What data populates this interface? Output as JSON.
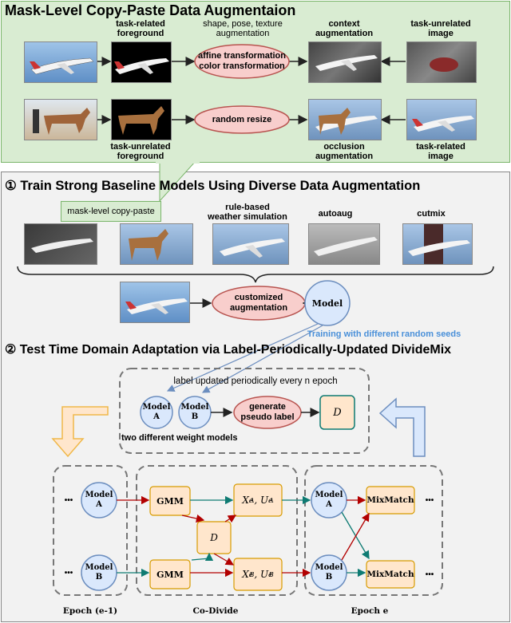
{
  "section1": {
    "title": "Mask-Level Copy-Paste Data Augmentaion",
    "row1": {
      "label_fg": "task-related\nforeground",
      "label_aug": "shape, pose, texture\naugmentation",
      "ellipse": "affine transformation\ncolor transformation",
      "label_result": "context\naugmentation",
      "label_bg": "task-unrelated\nimage"
    },
    "row2": {
      "label_fg": "task-unrelated\nforeground",
      "ellipse": "random resize",
      "label_result": "occlusion\naugmentation",
      "label_bg": "task-related\nimage"
    }
  },
  "section2": {
    "title": "① Train Strong Baseline Models Using Diverse Data Augmentation",
    "callout": "mask-level copy-paste",
    "aug_labels": [
      "rule-based\nweather simulation",
      "autoaug",
      "cutmix"
    ],
    "ellipse": "customized\naugmentation",
    "model": "Model",
    "seeds_note": "Training with different random seeds"
  },
  "section3": {
    "title": "② Test Time Domain Adaptation via Label-Periodically-Updated DivideMix",
    "top_note": "label updated periodically every n epoch",
    "model_a": "Model\nA",
    "model_b": "Model\nB",
    "generate": "generate\npseudo label",
    "d": "D",
    "two_models": "two different weight models",
    "dots": "•••",
    "gmm": "GMM",
    "xa": "X",
    "mixmatch": "MixMatch",
    "group_labels": [
      "Epoch (e-1)",
      "Co-Divide",
      "Epoch e"
    ]
  },
  "colors": {
    "green_panel": "#d9ecd2",
    "green_border": "#7ab56a",
    "gray_panel": "#f2f2f2",
    "pink": "#f8cecc",
    "red": "#b85450",
    "blue_fill": "#dae8fc",
    "blue_stroke": "#6c8ebf",
    "orange_fill": "#ffe6cc",
    "orange_stroke": "#d79b00",
    "teal": "#0e7b73",
    "dark_red": "#b20000",
    "note_blue": "#4a90d9"
  }
}
